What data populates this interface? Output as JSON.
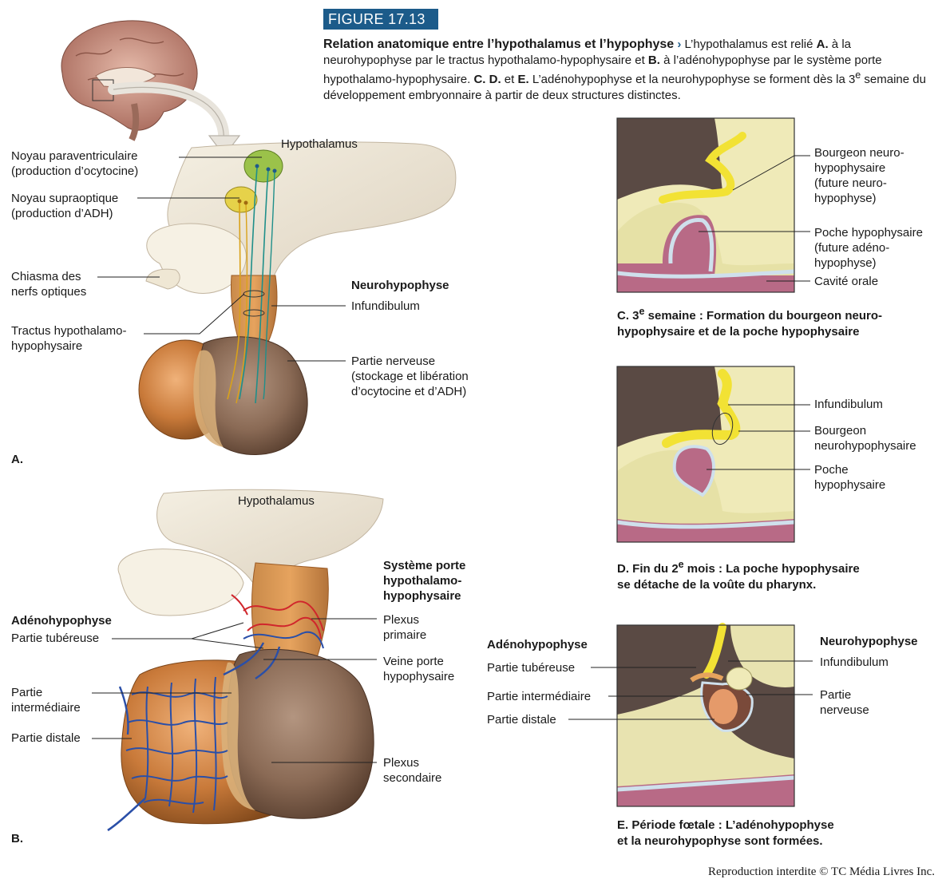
{
  "figure": {
    "number": "FIGURE 17.13",
    "title": "Relation anatomique entre l’hypothalamus et l’hypophyse",
    "arrow": "›",
    "desc_1": " L’hypothalamus est relié",
    "desc_A": "A.",
    "desc_2": " à la neurohypophyse par le tractus hypothalamo-hypophysaire et ",
    "desc_B": "B.",
    "desc_3": " à l’adénohypophyse par le système porte hypothalamo-hypophysaire. ",
    "desc_CDE": "C. D.",
    "desc_4": " et ",
    "desc_E": "E.",
    "desc_5": " L’adénohypophyse et la neurohypophyse se forment dès la 3",
    "desc_sup": "e",
    "desc_6": " semaine du développement embryonnaire à partir de deux structures distinctes."
  },
  "panel_a": {
    "letter": "A.",
    "hypothalamus": "Hypothalamus",
    "paraventricular": "Noyau paraventriculaire\n(production d’ocytocine)",
    "supraoptic": "Noyau supraoptique\n(production d’ADH)",
    "chiasma": "Chiasma des\nnerfs optiques",
    "tract": "Tractus hypothalamo-\nhypophysaire",
    "neurohypophyse": "Neurohypophyse",
    "infundibulum": "Infundibulum",
    "partie_nerveuse": "Partie nerveuse\n(stockage et libération\nd’ocytocine et d’ADH)"
  },
  "panel_b": {
    "letter": "B.",
    "hypothalamus": "Hypothalamus",
    "adenohypophyse": "Adénohypophyse",
    "partie_tubereuse": "Partie tubéreuse",
    "partie_intermediaire": "Partie\nintermédiaire",
    "partie_distale": "Partie distale",
    "systeme_porte": "Système porte\nhypothalamo-\nhypophysaire",
    "plexus_primaire": "Plexus\nprimaire",
    "veine_porte": "Veine porte\nhypophysaire",
    "plexus_secondaire": "Plexus\nsecondaire"
  },
  "panel_c": {
    "bourgeon": "Bourgeon neuro-\nhypophysaire\n(future neuro-\nhypophyse)",
    "poche": "Poche hypophysaire\n(future adéno-\nhypophyse)",
    "cavite": "Cavité orale",
    "caption_pre": "C. 3",
    "caption_sup": "e",
    "caption_post": " semaine : Formation du bourgeon neuro-\nhypophysaire et de la poche hypophysaire"
  },
  "panel_d": {
    "infundibulum": "Infundibulum",
    "bourgeon": "Bourgeon\nneurohypophysaire",
    "poche": "Poche\nhypophysaire",
    "caption_pre": "D. Fin du 2",
    "caption_sup": "e",
    "caption_post": " mois : La poche hypophysaire\nse détache de la voûte du pharynx."
  },
  "panel_e": {
    "adenohypophyse": "Adénohypophyse",
    "neurohypophyse": "Neurohypophyse",
    "partie_tubereuse": "Partie tubéreuse",
    "partie_intermediaire": "Partie intermédiaire",
    "partie_distale": "Partie distale",
    "infundibulum": "Infundibulum",
    "partie_nerveuse": "Partie\nnerveuse",
    "caption": "E. Période fœtale : L’adénohypophyse\net la neurohypophyse sont formées."
  },
  "copyright": "Reproduction interdite © TC Média Livres Inc.",
  "colors": {
    "badge": "#1c5b8a",
    "neuro_brown": "#8a6a55",
    "adeno_orange": "#c97a3a",
    "nucleus_green": "#9bc24a",
    "nucleus_yellow": "#e6d24a",
    "portal_blue": "#2a4fa8",
    "portal_red": "#d0262c",
    "mucosa_pink": "#b86a86",
    "tissue_cream": "#efeab8"
  }
}
